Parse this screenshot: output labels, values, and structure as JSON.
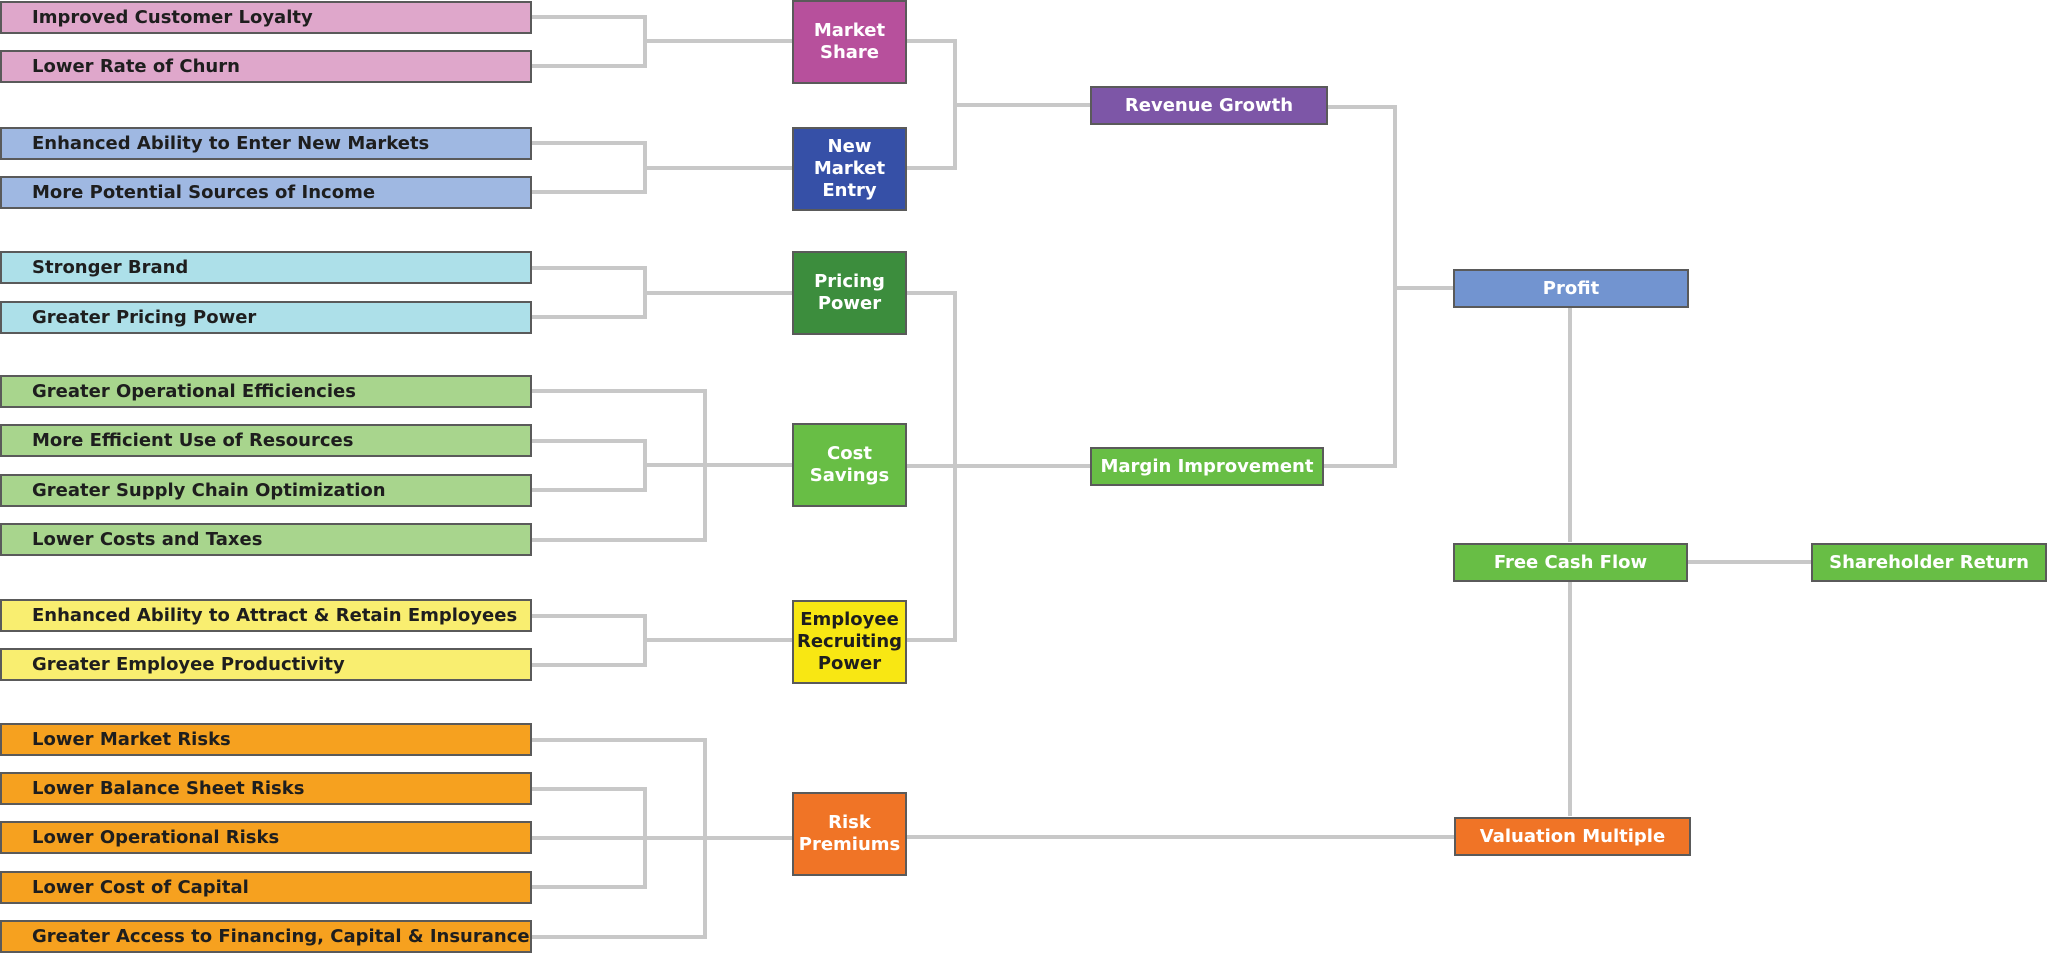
{
  "colors": {
    "connector": "#c8c8c8",
    "border": "#5a5a5a",
    "pink": "#dfa7cb",
    "lightBlue": "#9fb8e2",
    "cyan": "#ade0e9",
    "lightGreen": "#a8d58d",
    "yellow": "#f9ee70",
    "orange": "#f6a11f",
    "marketShare": "#b7509c",
    "newMarketEntry": "#3650a7",
    "pricingPower": "#3c8d3d",
    "costSavings": "#68be45",
    "employeeRecruiting": "#f8e713",
    "riskPremiums": "#f07426",
    "revenueGrowth": "#7d56a7",
    "marginImprovement": "#68be45",
    "profit": "#7294d0",
    "freeCashFlow": "#68be45",
    "valuationMultiple": "#f07426",
    "shareholderReturn": "#68be45"
  },
  "leaves": [
    "Improved Customer Loyalty",
    "Lower Rate of Churn",
    "Enhanced Ability to Enter New Markets",
    "More Potential Sources of Income",
    "Stronger Brand",
    "Greater Pricing Power",
    "Greater Operational Efficiencies",
    "More Efficient Use of Resources",
    "Greater Supply Chain Optimization",
    "Lower Costs and Taxes",
    "Enhanced Ability to Attract & Retain Employees",
    "Greater Employee Productivity",
    "Lower Market Risks",
    "Lower Balance Sheet Risks",
    "Lower Operational Risks",
    "Lower Cost of Capital",
    "Greater Access to Financing, Capital & Insurance"
  ],
  "drivers": {
    "market_share": "Market\nShare",
    "new_market_entry": "New\nMarket\nEntry",
    "pricing_power": "Pricing\nPower",
    "cost_savings": "Cost\nSavings",
    "employee_recruiting_power": "Employee\nRecruiting\nPower",
    "risk_premiums": "Risk\nPremiums"
  },
  "outcomes": {
    "revenue_growth": "Revenue Growth",
    "margin_improvement": "Margin Improvement",
    "profit": "Profit",
    "free_cash_flow": "Free Cash Flow",
    "valuation_multiple": "Valuation Multiple",
    "shareholder_return": "Shareholder Return"
  }
}
